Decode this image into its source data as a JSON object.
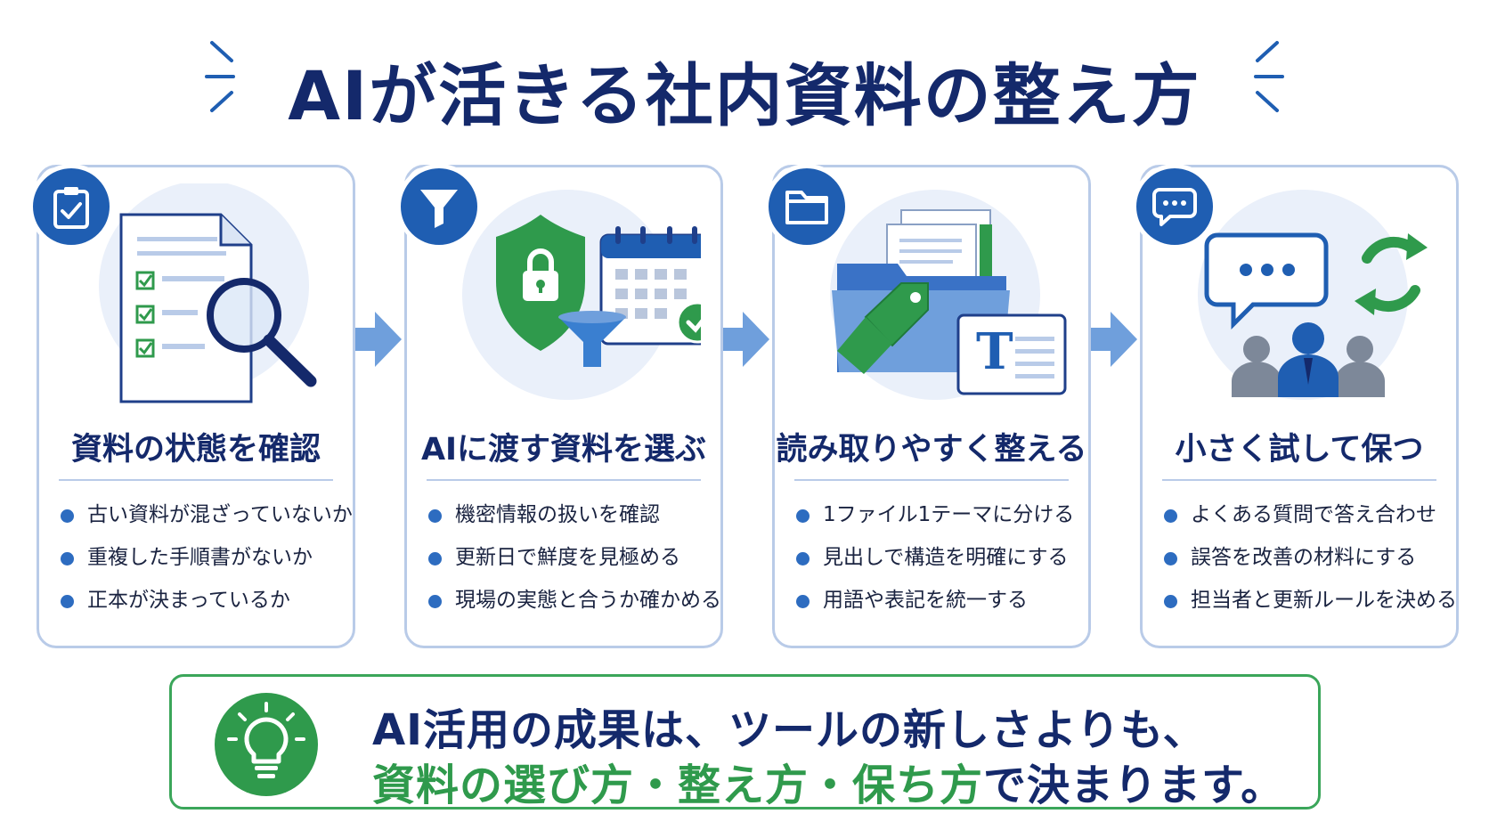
{
  "title": "AIが活きる社内資料の整え方",
  "colors": {
    "navy": "#14296b",
    "blue": "#1f5eb2",
    "light_blue": "#b9cbe8",
    "green": "#2f9a4c"
  },
  "steps": [
    {
      "icon": "clipboard-check-icon",
      "illustration": "document-magnifier-illustration",
      "title": "資料の状態を確認",
      "bullets": [
        "古い資料が混ざっていないか",
        "重複した手順書がないか",
        "正本が決まっているか"
      ]
    },
    {
      "icon": "funnel-icon",
      "illustration": "shield-funnel-calendar-illustration",
      "title": "AIに渡す資料を選ぶ",
      "bullets": [
        "機密情報の扱いを確認",
        "更新日で鮮度を見極める",
        "現場の実態と合うか確かめる"
      ]
    },
    {
      "icon": "folder-icon",
      "illustration": "folder-tag-text-illustration",
      "title": "読み取りやすく整える",
      "bullets": [
        "1ファイル1テーマに分ける",
        "見出しで構造を明確にする",
        "用語や表記を統一する"
      ]
    },
    {
      "icon": "chat-bubble-icon",
      "illustration": "chat-refresh-team-illustration",
      "title": "小さく試して保つ",
      "bullets": [
        "よくある質問で答え合わせ",
        "誤答を改善の材料にする",
        "担当者と更新ルールを決める"
      ]
    }
  ],
  "summary": {
    "icon": "lightbulb-icon",
    "line1": "AI活用の成果は、ツールの新しさよりも、",
    "line2_highlight": "資料の選び方・整え方・保ち方",
    "line2_rest": "で決まります。"
  }
}
